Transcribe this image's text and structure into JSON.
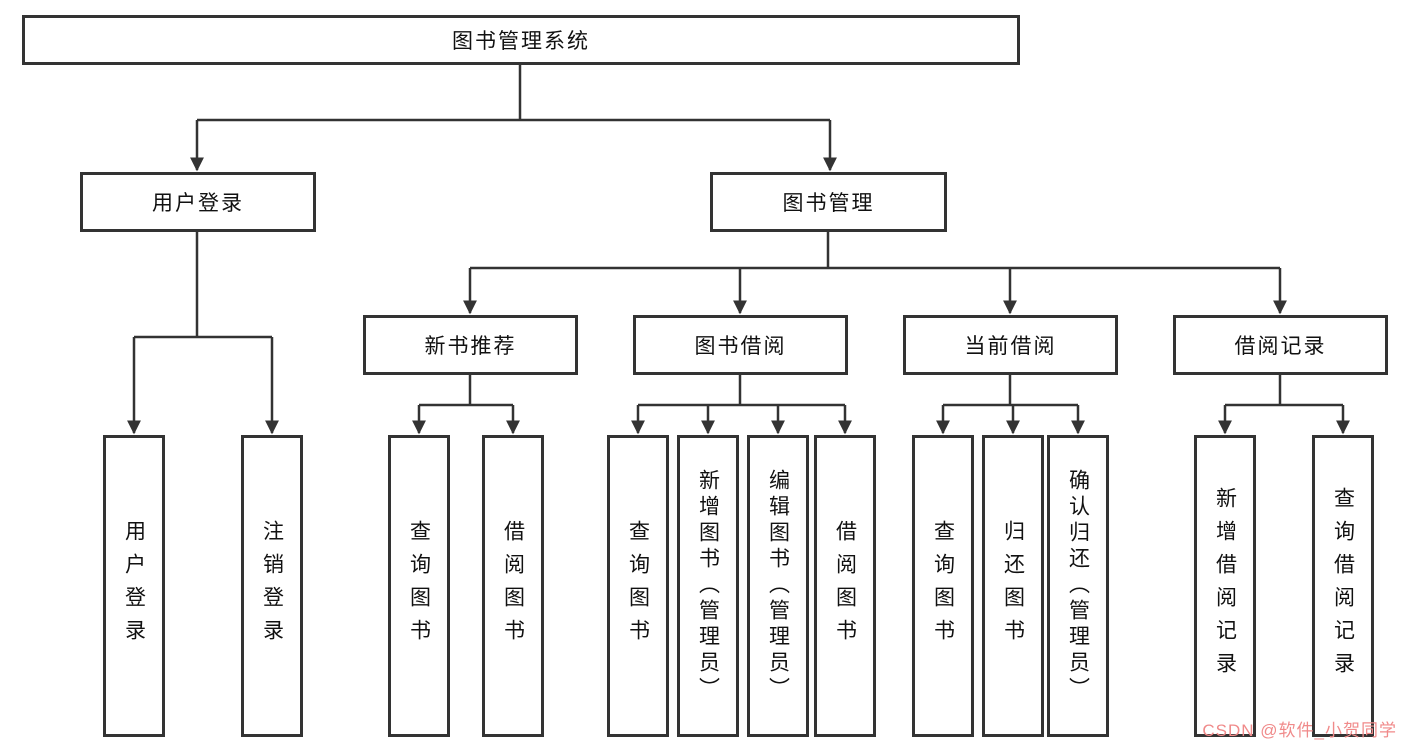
{
  "diagram": {
    "root": {
      "label": "图书管理系统"
    },
    "level1": [
      {
        "id": "user-login",
        "label": "用户登录"
      },
      {
        "id": "book-management",
        "label": "图书管理"
      }
    ],
    "level2": [
      {
        "id": "new-book-recommend",
        "label": "新书推荐"
      },
      {
        "id": "book-borrow",
        "label": "图书借阅"
      },
      {
        "id": "current-borrow",
        "label": "当前借阅"
      },
      {
        "id": "borrow-records",
        "label": "借阅记录"
      }
    ],
    "leaves": [
      {
        "id": "user-login-leaf",
        "label": "用户登录"
      },
      {
        "id": "logout-leaf",
        "label": "注销登录"
      },
      {
        "id": "recommend-query-book",
        "label": "查询图书"
      },
      {
        "id": "recommend-borrow-book",
        "label": "借阅图书"
      },
      {
        "id": "borrow-query-book",
        "label": "查询图书"
      },
      {
        "id": "borrow-add-book",
        "label": "新增图书（管理员）"
      },
      {
        "id": "borrow-edit-book",
        "label": "编辑图书（管理员）"
      },
      {
        "id": "borrow-borrow-book",
        "label": "借阅图书"
      },
      {
        "id": "current-query-book",
        "label": "查询图书"
      },
      {
        "id": "current-return-book",
        "label": "归还图书"
      },
      {
        "id": "current-confirm-return",
        "label": "确认归还（管理员）"
      },
      {
        "id": "records-add-record",
        "label": "新增借阅记录"
      },
      {
        "id": "records-query-record",
        "label": "查询借阅记录"
      }
    ]
  },
  "watermark": {
    "text": "CSDN @软件_小贺同学",
    "color": "#f08a8a"
  },
  "line_color": "#333333"
}
